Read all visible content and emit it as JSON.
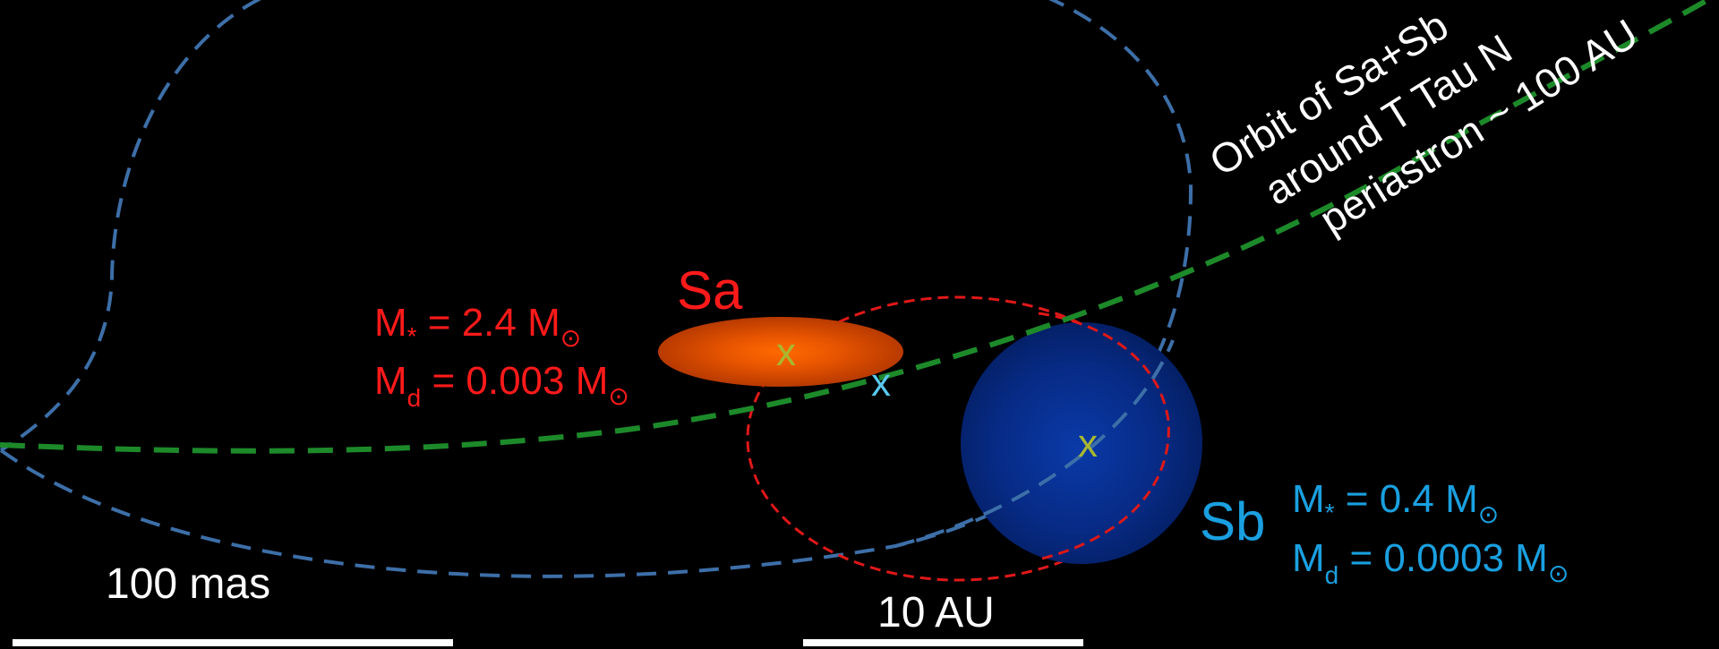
{
  "labels": {
    "sa": "Sa",
    "sb": "Sb",
    "orbit_line1": "Orbit of Sa+Sb",
    "orbit_line2": "around T Tau N",
    "orbit_line3": "periastron  ~ 100 AU",
    "scale_mas": "100 mas",
    "scale_au": "10 AU",
    "cross": "x"
  },
  "sa_params": {
    "mstar_sym": "M",
    "mstar_sub": "*",
    "mstar_value": " = 2.4 M",
    "md_sym": "M",
    "md_sub": "d",
    "md_value": " = 0.003 M",
    "sun": "⊙"
  },
  "sb_params": {
    "mstar_sym": "M",
    "mstar_sub": "*",
    "mstar_value": " = 0.4 M",
    "md_sym": "M",
    "md_sub": "d",
    "md_value": " = 0.0003 M",
    "sun": "⊙"
  },
  "colors": {
    "background": "#000000",
    "sa_text": "#ff1a1a",
    "sb_text": "#1aa0e0",
    "outer_orbit": "#3d6fa8",
    "inner_orbit": "#e01818",
    "binary_orbit": "#1d8a2a",
    "cross_star": "#a8b830",
    "cross_center": "#5ac8f0",
    "white": "#ffffff"
  }
}
